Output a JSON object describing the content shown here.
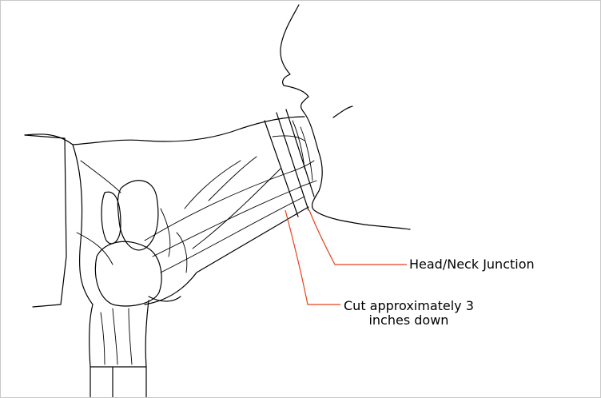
{
  "diagram": {
    "labels": {
      "head_neck_junction": "Head/Neck Junction",
      "cut_line1": "Cut approximately 3",
      "cut_line2": "inches down"
    },
    "colors": {
      "leader": "#e8401c",
      "ink": "#000000"
    }
  }
}
